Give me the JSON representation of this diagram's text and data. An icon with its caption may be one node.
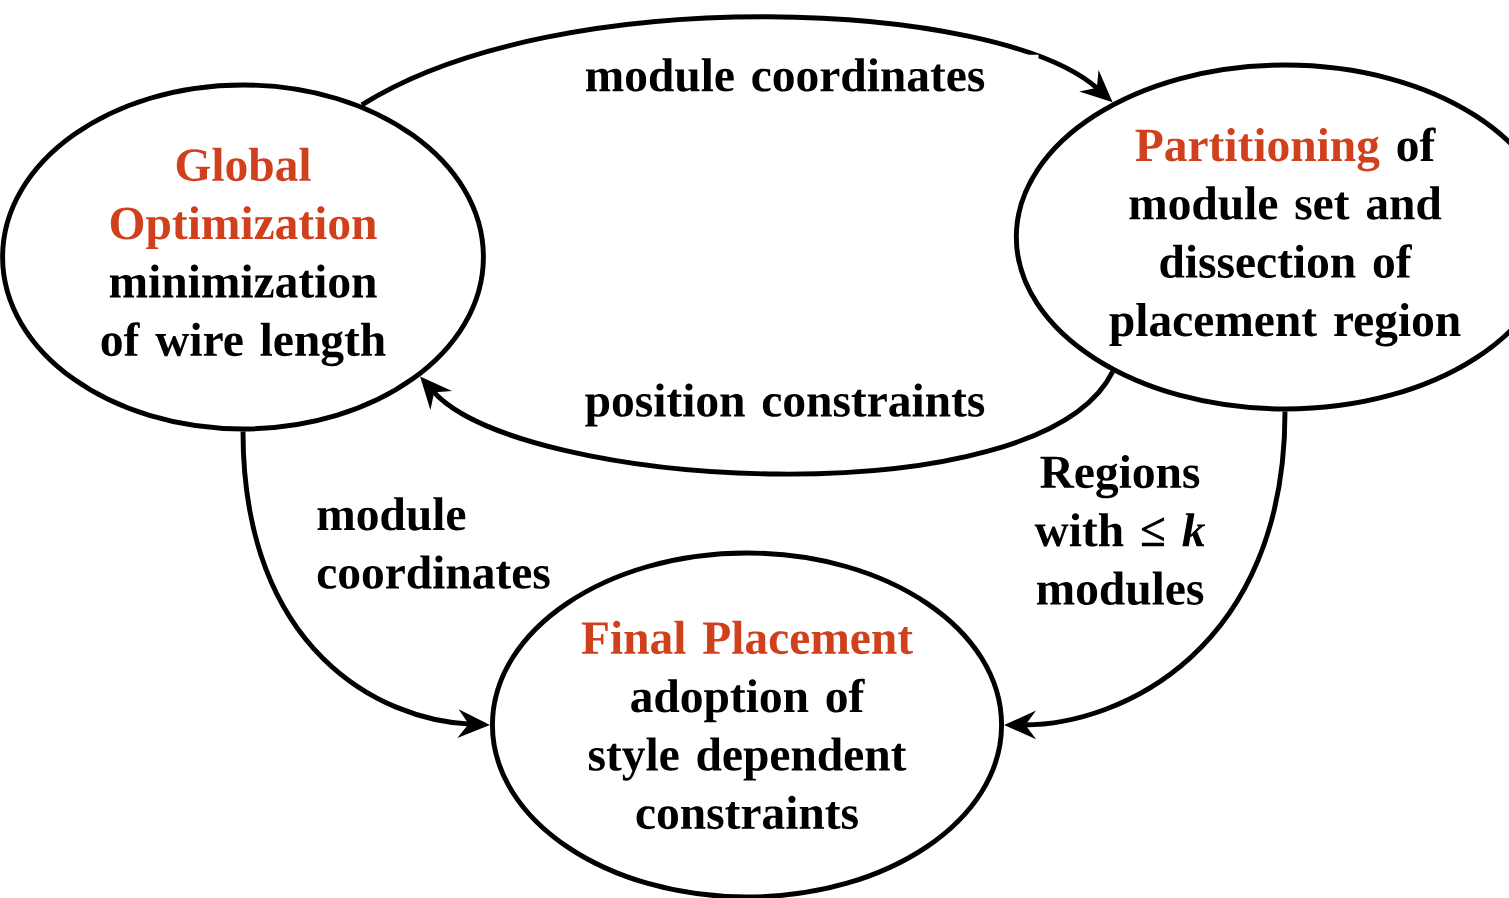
{
  "diagram": {
    "nodes": [
      {
        "text": [
          "Global Optimization",
          "minimization of wire length"
        ]
      },
      {
        "text": [
          "Partitioning",
          "of module set and dissection of placement region"
        ]
      },
      {
        "text": [
          "Final Placement",
          "adoption of style dependent constraints"
        ]
      }
    ],
    "edges": [
      {
        "from": 0,
        "to": 1,
        "arrow": "to",
        "label": "module coordinates"
      },
      {
        "from": 1,
        "to": 0,
        "arrow": "to",
        "label": "position constraints"
      },
      {
        "from": 0,
        "to": 2,
        "arrow": "to",
        "label": "module coordinates"
      },
      {
        "from": 1,
        "to": 2,
        "arrow": "to",
        "label": "Regions with ≤ *k* modules"
      }
    ]
  }
}
